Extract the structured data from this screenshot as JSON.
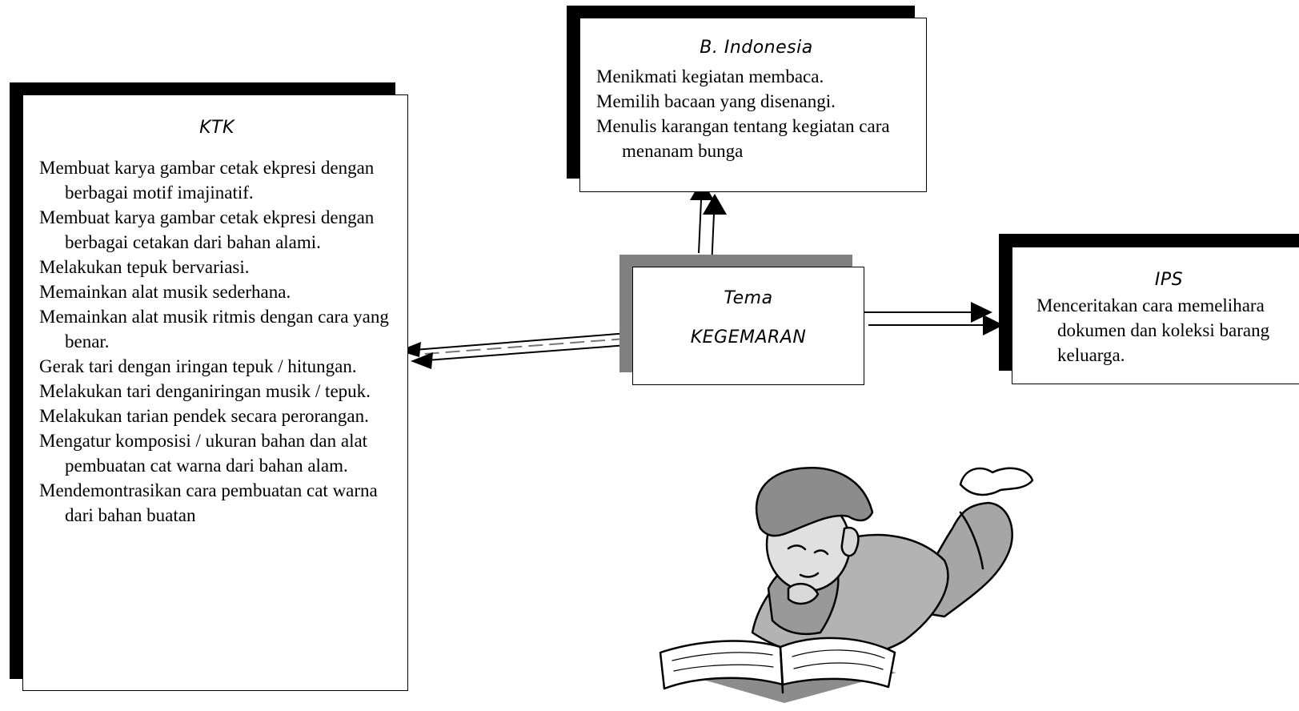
{
  "ktk": {
    "title": "KTK",
    "items": [
      "Membuat karya gambar cetak ekpresi dengan berbagai motif imajinatif.",
      "Membuat karya gambar cetak ekpresi dengan berbagai cetakan dari bahan alami.",
      "Melakukan tepuk bervariasi.",
      "Memainkan alat musik sederhana.",
      "Memainkan alat musik ritmis dengan cara yang benar.",
      "Gerak tari dengan iringan tepuk / hitungan.",
      "Melakukan tari denganiringan musik / tepuk.",
      "Melakukan tarian pendek secara perorangan.",
      "Mengatur komposisi / ukuran bahan dan alat pembuatan cat warna dari bahan alam.",
      "Mendemontrasikan cara pembuatan cat warna dari bahan buatan"
    ]
  },
  "bindo": {
    "title": "B. Indonesia",
    "items": [
      "Menikmati kegiatan membaca.",
      "Memilih bacaan yang disenangi.",
      "Menulis karangan tentang kegiatan cara menanam bunga"
    ]
  },
  "ips": {
    "title": "IPS",
    "items": [
      "Menceritakan cara memelihara dokumen dan koleksi barang keluarga."
    ]
  },
  "tema": {
    "label": "Tema",
    "name": "KEGEMARAN"
  },
  "colors": {
    "shadow": "#000000",
    "tema_shadow": "#808080",
    "line": "#000000"
  }
}
